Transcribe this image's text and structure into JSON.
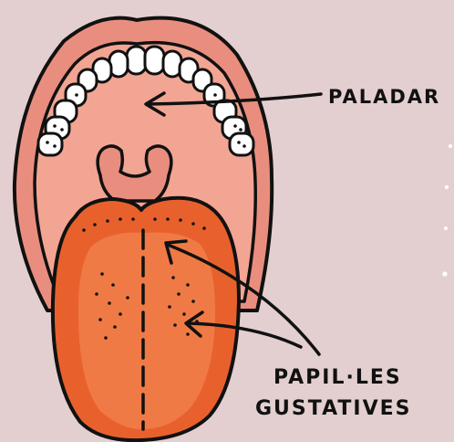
{
  "labels": {
    "palate": "PALADAR",
    "papillae_line1": "PAPIL·LES",
    "papillae_line2": "GUSTATIVES"
  },
  "colors": {
    "background": "#e3cfcf",
    "lips": "#e98e7e",
    "mouth_interior": "#f2a593",
    "uvula": "#e98e7e",
    "tongue_outer": "#e8612d",
    "tongue_inner": "#f07a45",
    "teeth": "#ffffff",
    "outline": "#111111"
  }
}
